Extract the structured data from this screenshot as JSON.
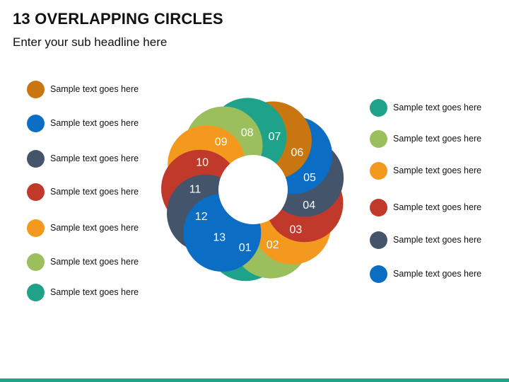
{
  "header": {
    "title": "13 OVERLAPPING CIRCLES",
    "subtitle": "Enter your sub headline here"
  },
  "colors": {
    "orange_dark": "#c8760f",
    "blue": "#0b6ec4",
    "slate": "#44546a",
    "red": "#c0392b",
    "orange": "#f39a1e",
    "green_light": "#9cbf5e",
    "teal": "#1fa28a",
    "footer": "#1fa28a"
  },
  "diagram": {
    "circles": [
      {
        "label": "01",
        "color": "#1fa28a"
      },
      {
        "label": "02",
        "color": "#9cbf5e"
      },
      {
        "label": "03",
        "color": "#f39a1e"
      },
      {
        "label": "04",
        "color": "#c0392b"
      },
      {
        "label": "05",
        "color": "#44546a"
      },
      {
        "label": "06",
        "color": "#0b6ec4"
      },
      {
        "label": "07",
        "color": "#c8760f"
      },
      {
        "label": "08",
        "color": "#1fa28a"
      },
      {
        "label": "09",
        "color": "#9cbf5e"
      },
      {
        "label": "10",
        "color": "#f39a1e"
      },
      {
        "label": "11",
        "color": "#c0392b"
      },
      {
        "label": "12",
        "color": "#44546a"
      },
      {
        "label": "13",
        "color": "#0b6ec4"
      }
    ]
  },
  "legend_left": [
    {
      "label": "Sample text goes here",
      "color": "#c8760f"
    },
    {
      "label": "Sample text goes here",
      "color": "#0b6ec4"
    },
    {
      "label": "Sample text goes here",
      "color": "#44546a"
    },
    {
      "label": "Sample text goes here",
      "color": "#c0392b"
    },
    {
      "label": "Sample text goes here",
      "color": "#f39a1e"
    },
    {
      "label": "Sample text goes here",
      "color": "#9cbf5e"
    },
    {
      "label": "Sample text goes here",
      "color": "#1fa28a"
    }
  ],
  "legend_right": [
    {
      "label": "Sample text goes here",
      "color": "#1fa28a"
    },
    {
      "label": "Sample text goes here",
      "color": "#9cbf5e"
    },
    {
      "label": "Sample text goes here",
      "color": "#f39a1e"
    },
    {
      "label": "Sample text goes here",
      "color": "#c0392b"
    },
    {
      "label": "Sample text goes here",
      "color": "#44546a"
    },
    {
      "label": "Sample text goes here",
      "color": "#0b6ec4"
    }
  ]
}
